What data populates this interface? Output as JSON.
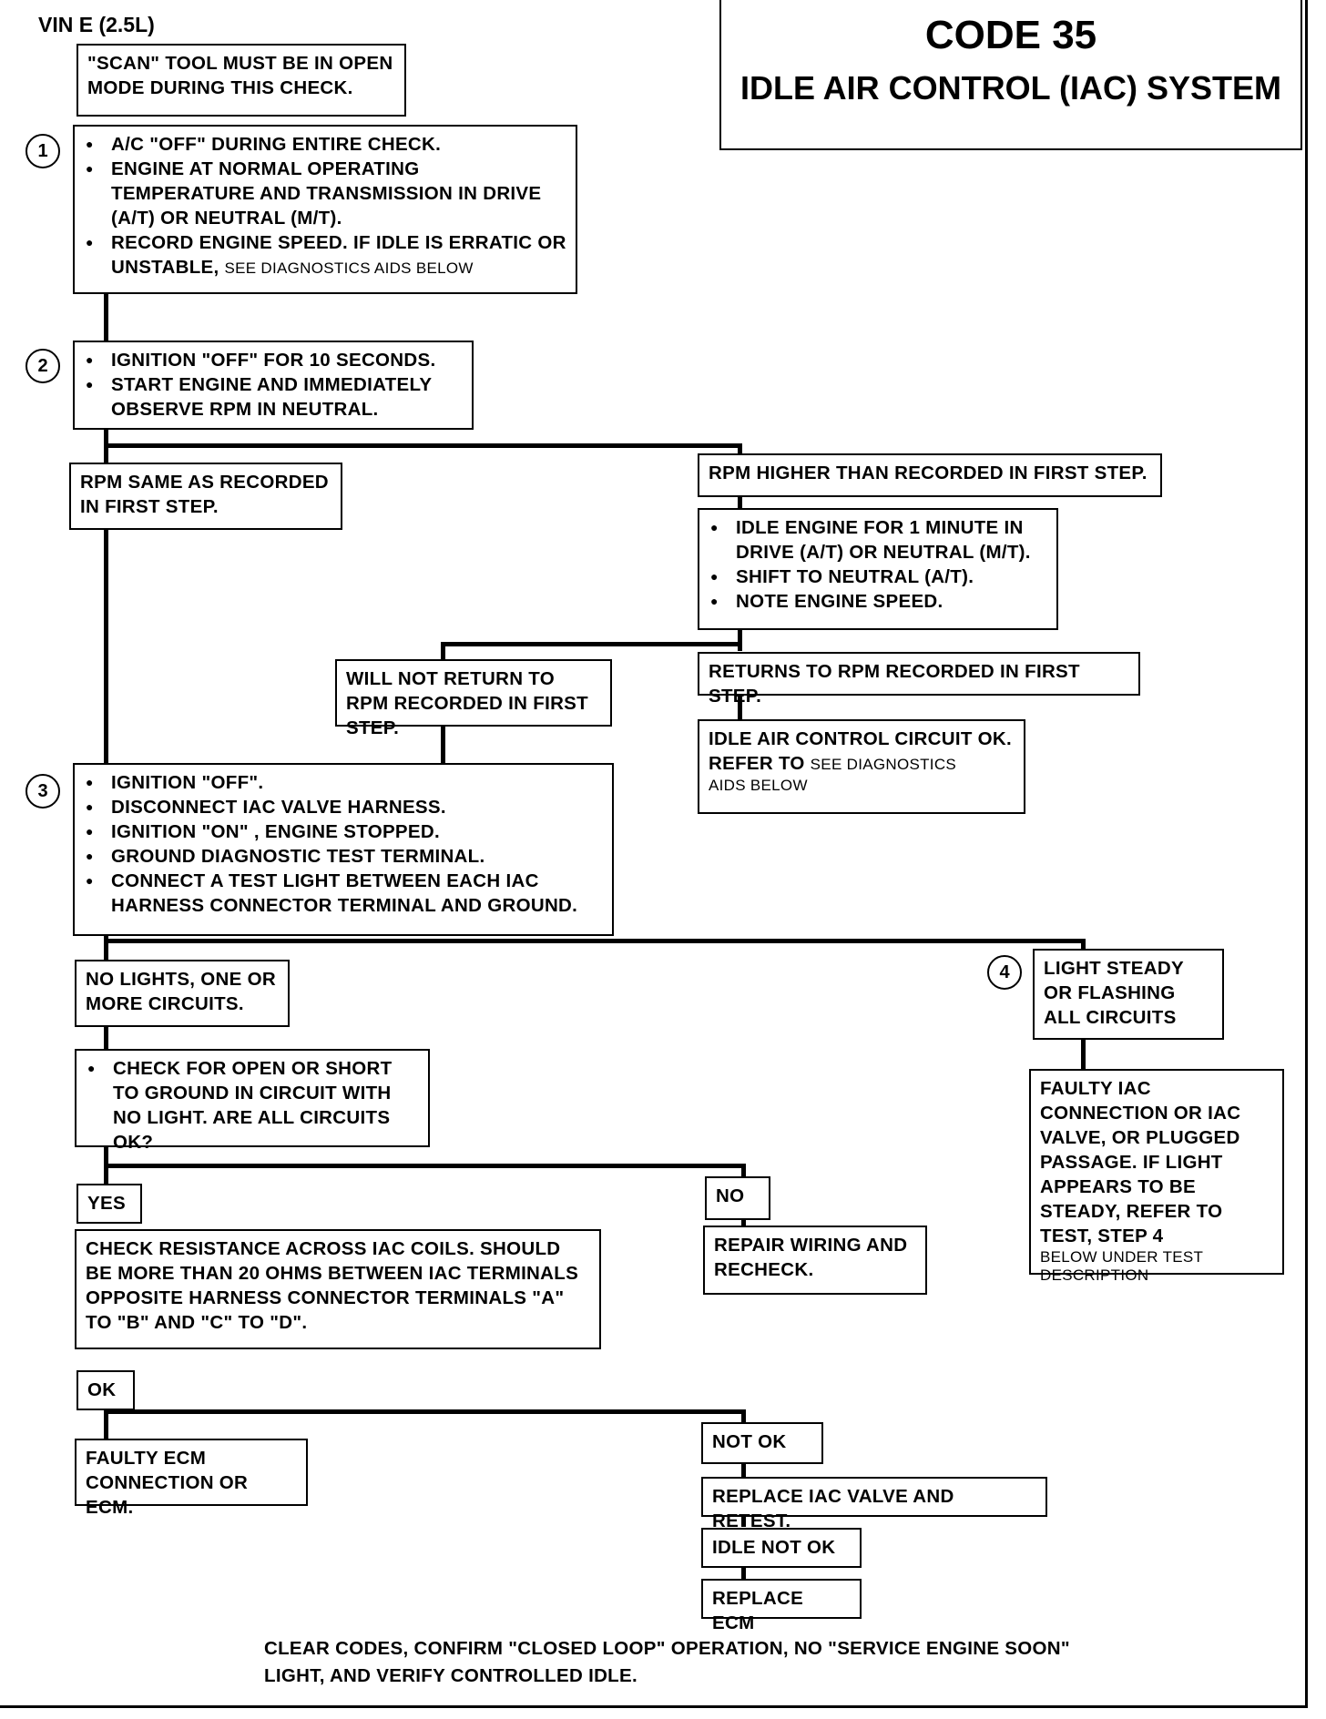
{
  "header": {
    "vin": "VIN E (2.5L)",
    "code": "CODE 35",
    "title": "IDLE AIR CONTROL (IAC) SYSTEM"
  },
  "scan_note": "\"SCAN\" TOOL MUST BE IN OPEN MODE DURING THIS CHECK.",
  "step1": {
    "number": "1",
    "items": [
      "A/C \"OFF\" DURING ENTIRE CHECK.",
      "ENGINE AT NORMAL OPERATING TEMPERATURE AND TRANSMISSION IN DRIVE (A/T) OR NEUTRAL (M/T)."
    ],
    "item3_main": "RECORD ENGINE SPEED.  IF IDLE IS ERRATIC OR UNSTABLE,",
    "item3_small": "SEE DIAGNOSTICS AIDS BELOW"
  },
  "step2": {
    "number": "2",
    "items": [
      "IGNITION \"OFF\"  FOR 10 SECONDS.",
      "START ENGINE  AND IMMEDIATELY OBSERVE RPM IN NEUTRAL."
    ]
  },
  "rpm_same": "RPM SAME AS RECORDED IN FIRST STEP.",
  "rpm_higher": "RPM HIGHER THAN RECORDED IN FIRST STEP.",
  "idle_steps": [
    "IDLE ENGINE FOR 1 MINUTE  IN DRIVE (A/T) OR NEUTRAL (M/T).",
    "SHIFT TO NEUTRAL (A/T).",
    "NOTE ENGINE SPEED."
  ],
  "will_not_return": "WILL NOT RETURN TO RPM RECORDED  IN FIRST STEP.",
  "returns": "RETURNS TO RPM RECORDED IN FIRST STEP.",
  "iac_ok": {
    "main": "IDLE AIR CONTROL CIRCUIT OK.",
    "refer": "REFER TO ",
    "small1": "SEE DIAGNOSTICS",
    "small2": "AIDS BELOW"
  },
  "step3": {
    "number": "3",
    "items": [
      "IGNITION \"OFF\".",
      "DISCONNECT IAC VALVE HARNESS.",
      "IGNITION \"ON\" , ENGINE STOPPED.",
      "GROUND DIAGNOSTIC TEST TERMINAL.",
      "CONNECT A TEST LIGHT BETWEEN EACH IAC HARNESS CONNECTOR TERMINAL AND GROUND."
    ]
  },
  "no_lights": "NO LIGHTS, ONE OR MORE CIRCUITS.",
  "step4_number": "4",
  "light_steady": "LIGHT  STEADY OR FLASHING ALL CIRCUITS",
  "check_open": "CHECK FOR OPEN OR SHORT TO GROUND IN CIRCUIT WITH NO LIGHT.  ARE ALL CIRCUITS OK?",
  "faulty_iac": {
    "main": "FAULTY IAC CONNECTION OR IAC VALVE, OR PLUGGED PASSAGE.  IF LIGHT APPEARS TO BE STEADY, REFER TO TEST, STEP 4",
    "small": "BELOW UNDER TEST DESCRIPTION"
  },
  "yes": "YES",
  "no": "NO",
  "check_resistance": "CHECK RESISTANCE ACROSS IAC COILS.  SHOULD BE MORE THAN 20 OHMS BETWEEN IAC TERMINALS OPPOSITE HARNESS CONNECTOR TERMINALS \"A\" TO \"B\" AND \"C\" TO \"D\".",
  "repair_wiring": "REPAIR WIRING AND RECHECK.",
  "ok": "OK",
  "not_ok": "NOT OK",
  "faulty_ecm": "FAULTY ECM CONNECTION OR ECM.",
  "replace_iac": "REPLACE IAC VALVE AND RETEST.",
  "idle_not_ok": "IDLE NOT OK",
  "replace_ecm": "REPLACE ECM",
  "footer": {
    "line1": "CLEAR CODES, CONFIRM \"CLOSED LOOP\" OPERATION, NO \"SERVICE ENGINE SOON\"",
    "line2": "LIGHT, AND  VERIFY CONTROLLED IDLE."
  }
}
